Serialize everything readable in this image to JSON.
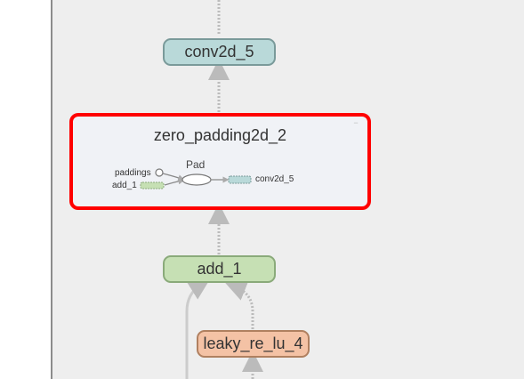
{
  "graph": {
    "nodes": {
      "conv2d_5": "conv2d_5",
      "zero_padding": "zero_padding2d_2",
      "add_1": "add_1",
      "leaky": "leaky_re_lu_4"
    },
    "inner": {
      "op": "Pad",
      "inputs": [
        "paddings",
        "add_1"
      ],
      "output": "conv2d_5"
    }
  },
  "colors": {
    "conv_fill": "#b9d9d9",
    "add_fill": "#c6e0b4",
    "leaky_fill": "#f4c2a5",
    "selection": "#ff0000",
    "edge": "#bbbbbb"
  }
}
